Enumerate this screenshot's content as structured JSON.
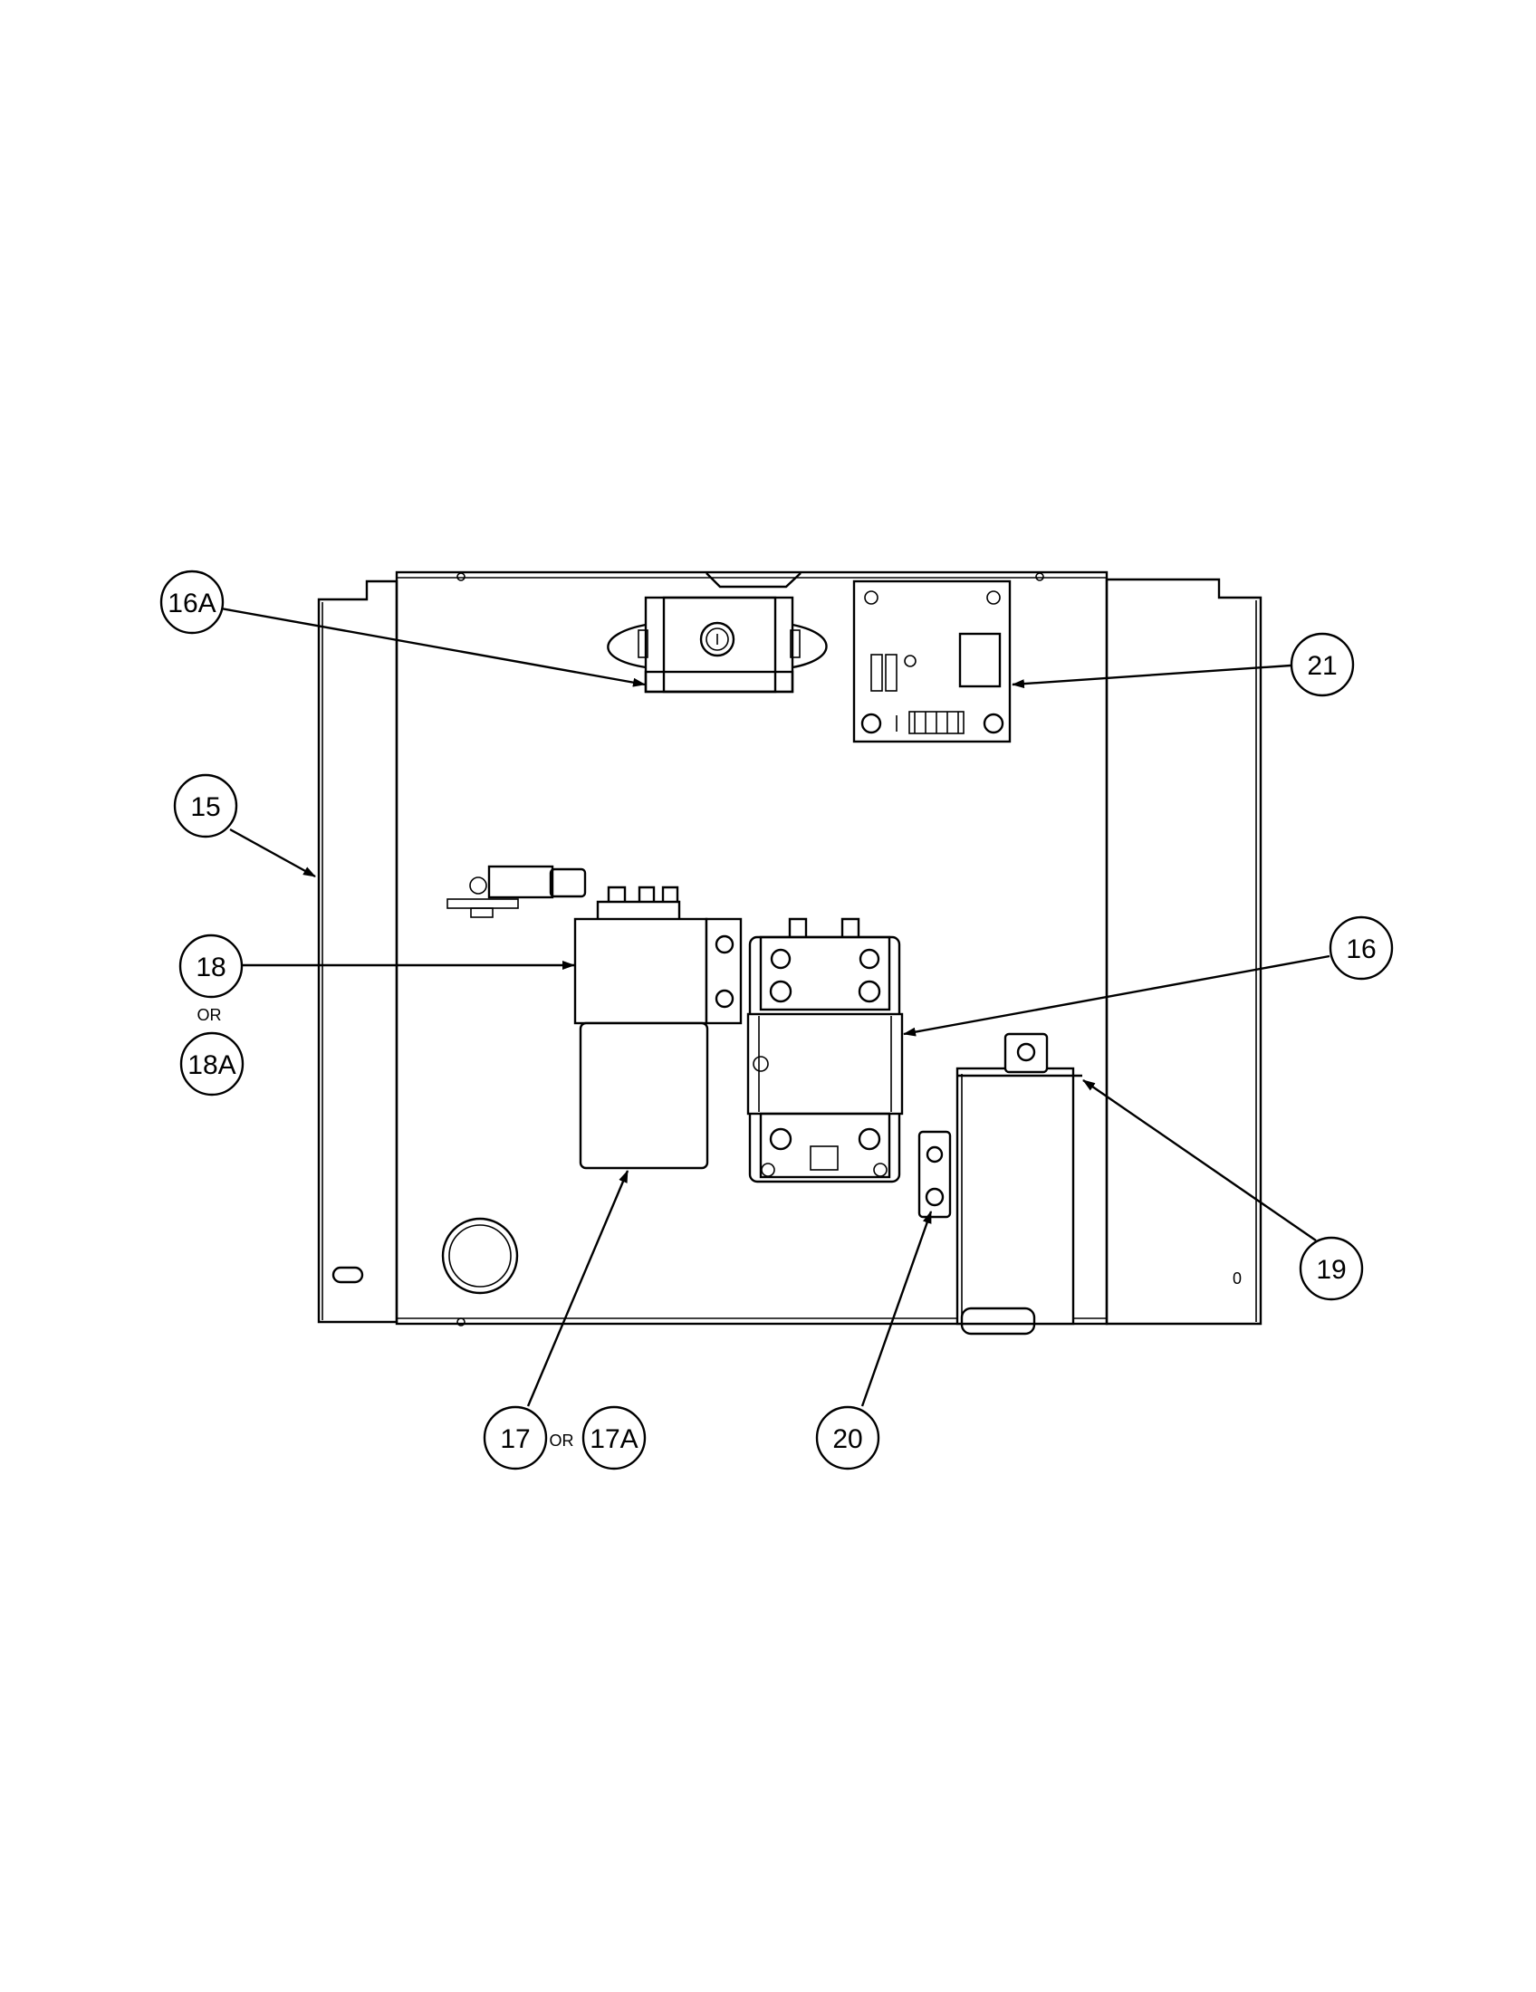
{
  "callouts": {
    "c15": "15",
    "c16": "16",
    "c16a": "16A",
    "c17": "17",
    "c17a": "17A",
    "c18": "18",
    "c18a": "18A",
    "c19": "19",
    "c20": "20",
    "c21": "21"
  },
  "or_labels": {
    "or_18": "OR",
    "or_17": "OR"
  },
  "panel_mark": "0"
}
